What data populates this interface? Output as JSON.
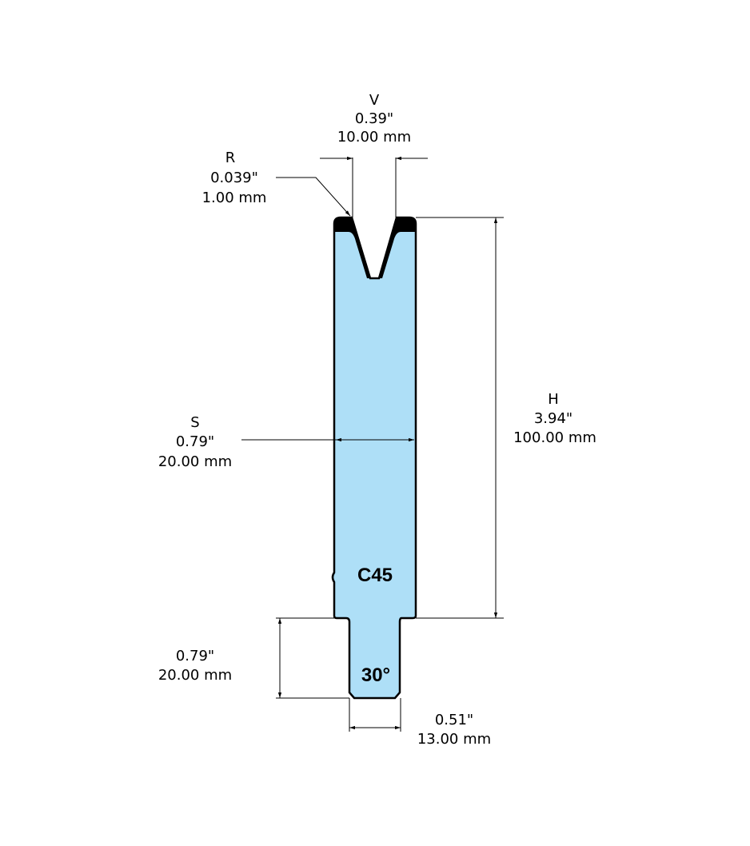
{
  "colors": {
    "fill": "#aedff7",
    "stroke": "#000000",
    "tip": "#000000"
  },
  "dimensions": {
    "V": {
      "label": "V",
      "inch": "0.39\"",
      "mm": "10.00 mm"
    },
    "R": {
      "label": "R",
      "inch": "0.039\"",
      "mm": "1.00 mm"
    },
    "H": {
      "label": "H",
      "inch": "3.94\"",
      "mm": "100.00 mm"
    },
    "S": {
      "label": "S",
      "inch": "0.79\"",
      "mm": "20.00 mm"
    },
    "tang_height": {
      "inch": "0.79\"",
      "mm": "20.00 mm"
    },
    "tang_width": {
      "inch": "0.51\"",
      "mm": "13.00 mm"
    }
  },
  "part": {
    "material": "C45",
    "angle": "30°"
  }
}
